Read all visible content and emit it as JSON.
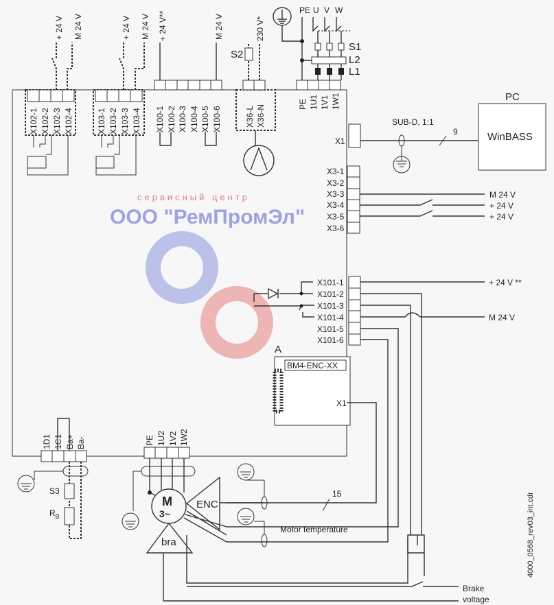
{
  "top_labels": {
    "x102_plus": "+ 24 V",
    "x102_m": "M 24 V",
    "x103_plus": "+ 24 V",
    "x103_m": "M 24 V",
    "x100_plus": "+ 24 V**",
    "x100_m": "M 24 V",
    "x36_supply": "230 V*",
    "pe": "PE",
    "u": "U",
    "v": "V",
    "w": "W",
    "s1": "S1",
    "l2": "L2",
    "l1": "L1",
    "s2": "S2"
  },
  "terminals": {
    "x102": [
      "X102-1",
      "X102-2",
      "X102-3",
      "X102-4"
    ],
    "x103": [
      "X103-1",
      "X103-2",
      "X103-3",
      "X103-4"
    ],
    "x100": [
      "X100-1",
      "X100-2",
      "X100-3",
      "X100-4",
      "X100-5",
      "X100-6"
    ],
    "x36": [
      "X36-L",
      "X36-N"
    ],
    "power": [
      "PE",
      "1U1",
      "1V1",
      "1W1"
    ],
    "x1": "X1",
    "x3": [
      "X3-1",
      "X3-2",
      "X3-3",
      "X3-4",
      "X3-5",
      "X3-6"
    ],
    "x101": [
      "X101-1",
      "X101-2",
      "X101-3",
      "X101-4",
      "X101-5",
      "X101-6"
    ],
    "brake_res": [
      "1D1",
      "1C1",
      "Ba+",
      "Ba-"
    ],
    "motor_out": [
      "PE",
      "1U2",
      "1V2",
      "1W2"
    ]
  },
  "pc": {
    "title": "PC",
    "software": "WinBASS",
    "cable": "SUB-D, 1:1",
    "cable_no": "9"
  },
  "x3_signals": [
    "M 24 V",
    "+ 24 V",
    "+ 24 V"
  ],
  "x101_signals": {
    "plus": "+ 24 V **",
    "m": "M 24 V"
  },
  "module": {
    "ref": "A",
    "name": "BM4-ENC-XX",
    "port": "X1"
  },
  "motor": {
    "symbol": "M",
    "phases": "3~",
    "encoder": "ENC",
    "brake": "bra",
    "cable_no": "15",
    "temp_label": "Motor temperature"
  },
  "brake": {
    "label_line1": "Brake",
    "label_line2": "voltage",
    "s3": "S3",
    "rb": "R",
    "rb_sub": "B"
  },
  "drawing_id": "4000_0568_rev03_int.cdr",
  "watermark": {
    "line1": "сервисный центр",
    "line2": "ООО \"РемПромЭл\""
  }
}
